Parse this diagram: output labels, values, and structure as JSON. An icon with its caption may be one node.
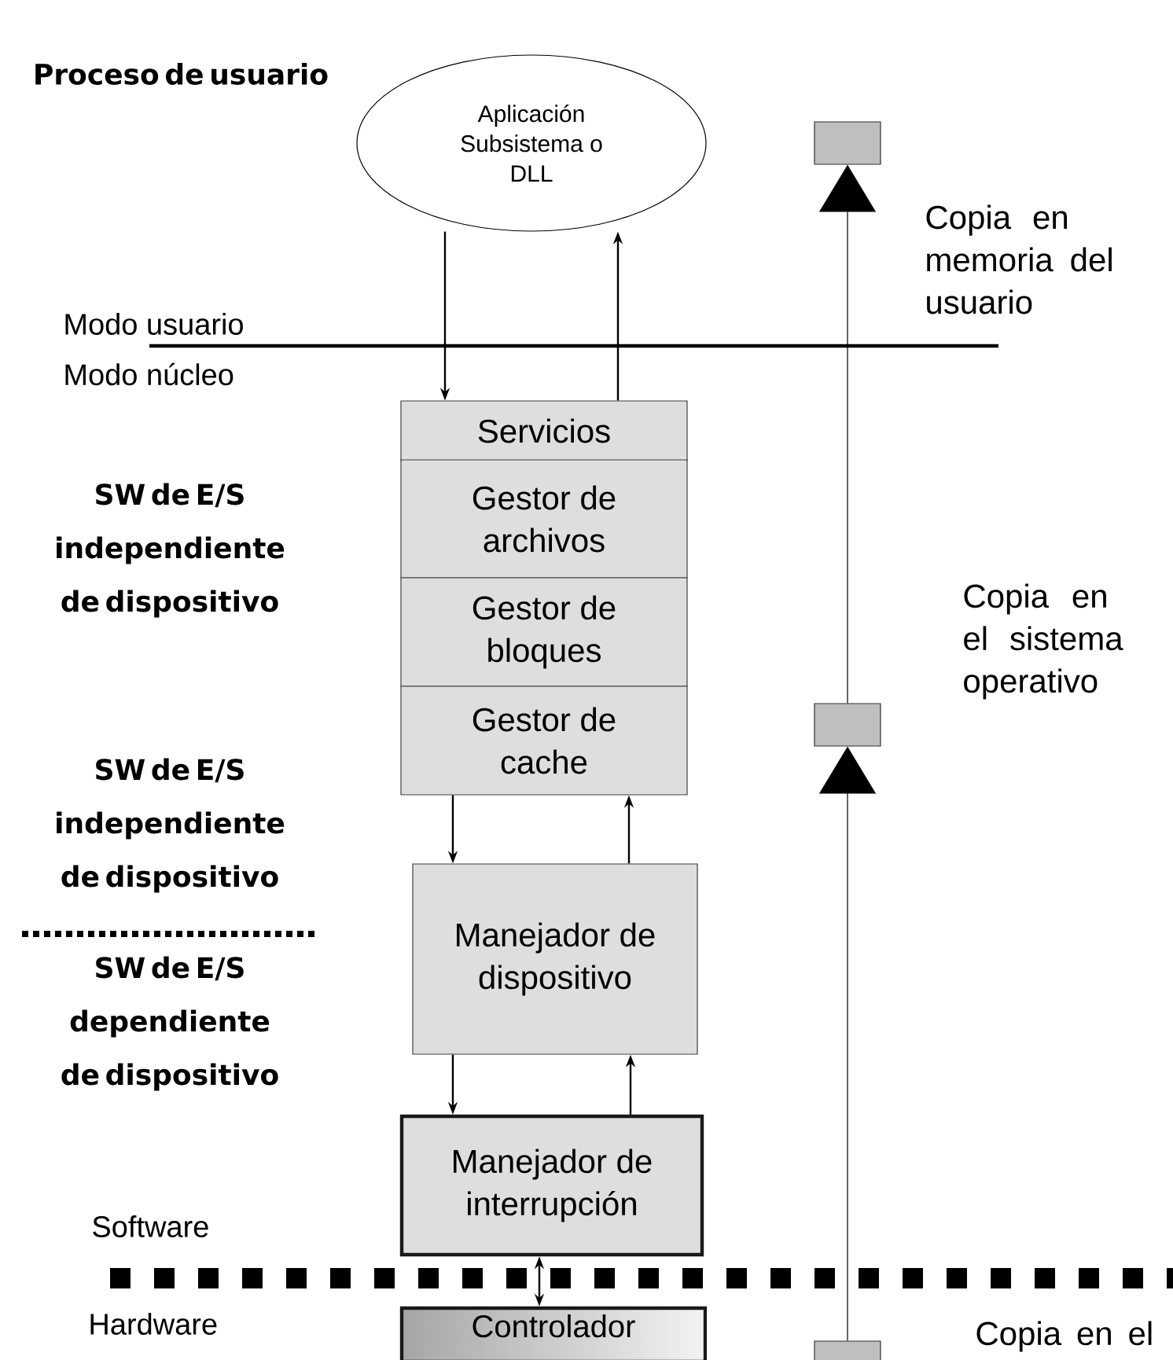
{
  "diagram": {
    "nodes": [
      {
        "text": [
          "Aplicación Subsistema o DLL"
        ]
      },
      {
        "text": [
          "Servicios"
        ]
      },
      {
        "text": [
          "Gestor de archivos"
        ]
      },
      {
        "text": [
          "Gestor de bloques"
        ]
      },
      {
        "text": [
          "Gestor de cache"
        ]
      },
      {
        "text": [
          "Manejador de dispositivo"
        ]
      },
      {
        "text": [
          "Manejador de interrupción"
        ]
      },
      {
        "text": [
          "Controlador"
        ]
      },
      {
        "text": [],
        "shape": "box",
        "beside": [
          "Copia en memoria del usuario"
        ]
      },
      {
        "text": [],
        "shape": "box",
        "beside": [
          "Copia en el sistema operativo"
        ]
      },
      {
        "text": [],
        "shape": "box",
        "beside": [
          "Copia en el"
        ]
      }
    ],
    "edges": [
      {
        "from": 0,
        "to": 1,
        "arrow": "to"
      },
      {
        "from": 1,
        "to": 0,
        "arrow": "to"
      },
      {
        "from": 4,
        "to": 5,
        "arrow": "to"
      },
      {
        "from": 5,
        "to": 4,
        "arrow": "to"
      },
      {
        "from": 5,
        "to": 6,
        "arrow": "to"
      },
      {
        "from": 6,
        "to": 5,
        "arrow": "to"
      },
      {
        "from": 6,
        "to": 7,
        "arrow": "both"
      },
      {
        "from": 10,
        "to": 9,
        "arrow": "to"
      },
      {
        "from": 9,
        "to": 8,
        "arrow": "to"
      }
    ],
    "labels": [
      "Proceso de usuario",
      "Modo usuario",
      "Modo núcleo",
      "SW de E/S independiente de dispositivo",
      "SW de E/S independiente de dispositivo",
      "SW de E/S dependiente de dispositivo",
      "Software",
      "Hardware"
    ]
  }
}
